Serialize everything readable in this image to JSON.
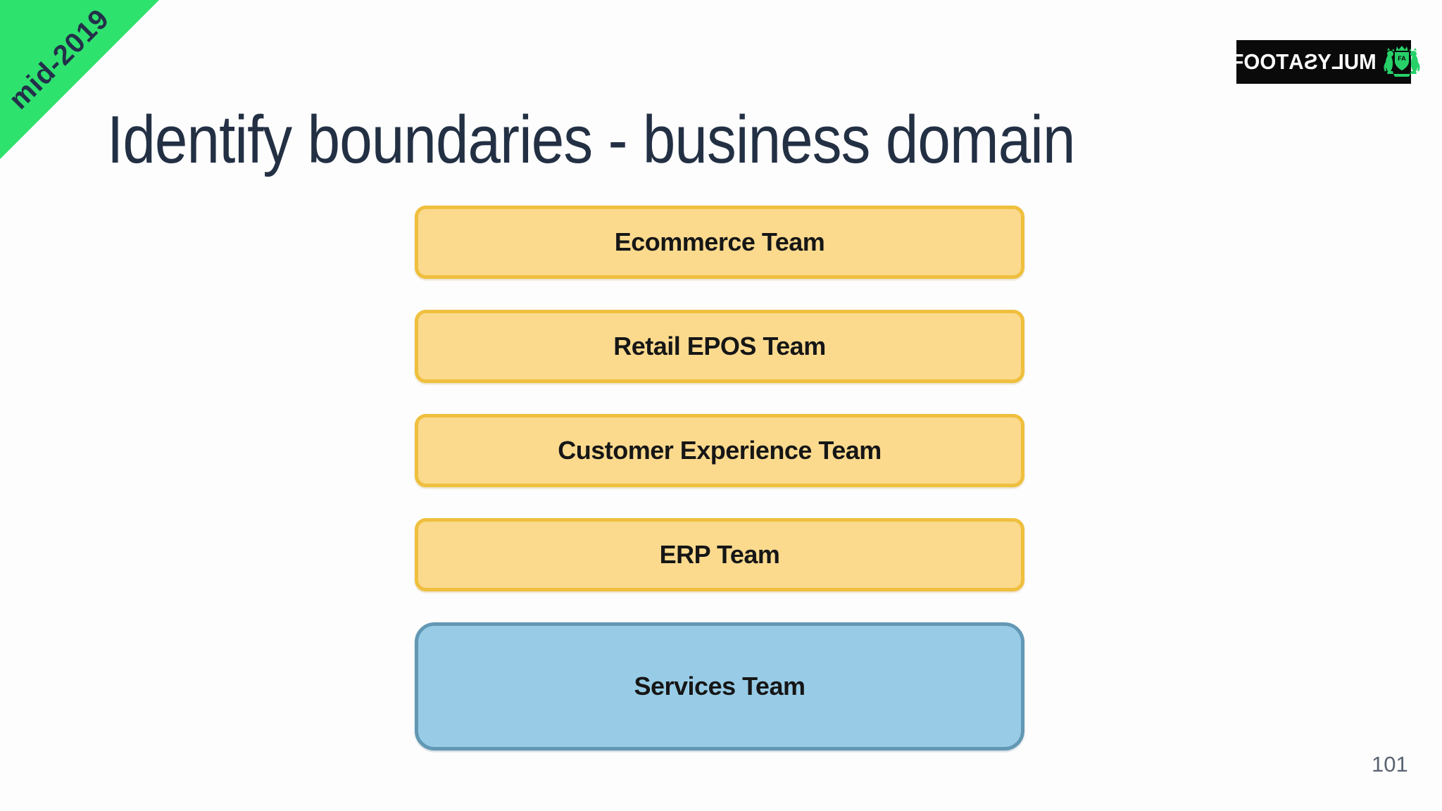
{
  "ribbon": {
    "label": "mid-2019"
  },
  "logo": {
    "brand": "FOOTASYLUM",
    "mirrored_letters": "SL"
  },
  "title": "Identify boundaries - business domain",
  "teams": [
    {
      "label": "Ecommerce Team",
      "style": "yellow"
    },
    {
      "label": "Retail EPOS Team",
      "style": "yellow"
    },
    {
      "label": "Customer Experience Team",
      "style": "yellow"
    },
    {
      "label": "ERP Team",
      "style": "yellow"
    },
    {
      "label": "Services Team",
      "style": "blue"
    }
  ],
  "page_number": "101",
  "colors": {
    "background": "#fdfdfd",
    "ribbon_green": "#2ee26e",
    "ribbon_text": "#23304a",
    "title_text": "#233044",
    "team_yellow_fill": "#fbda8e",
    "team_yellow_border": "#efbf3e",
    "team_blue_fill": "#98cce6",
    "team_blue_border": "#6298b4",
    "team_label_text": "#161616",
    "logo_bg": "#0a0a0a",
    "logo_text": "#ffffff",
    "crest_green": "#27d169",
    "page_number_text": "#5a6472"
  }
}
